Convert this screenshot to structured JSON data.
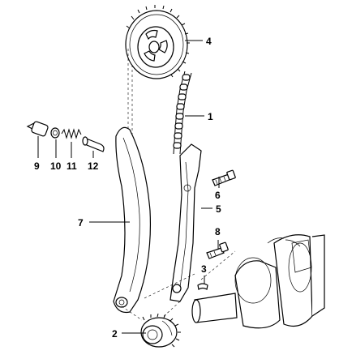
{
  "callouts": [
    {
      "id": "1",
      "text": "1"
    },
    {
      "id": "2",
      "text": "2"
    },
    {
      "id": "3",
      "text": "3"
    },
    {
      "id": "4",
      "text": "4"
    },
    {
      "id": "5",
      "text": "5"
    },
    {
      "id": "6",
      "text": "6"
    },
    {
      "id": "7",
      "text": "7"
    },
    {
      "id": "8",
      "text": "8"
    },
    {
      "id": "9",
      "text": "9"
    },
    {
      "id": "10",
      "text": "10"
    },
    {
      "id": "11",
      "text": "11"
    },
    {
      "id": "12",
      "text": "12"
    }
  ],
  "colors": {
    "ink": "#000000",
    "paper": "#ffffff"
  }
}
